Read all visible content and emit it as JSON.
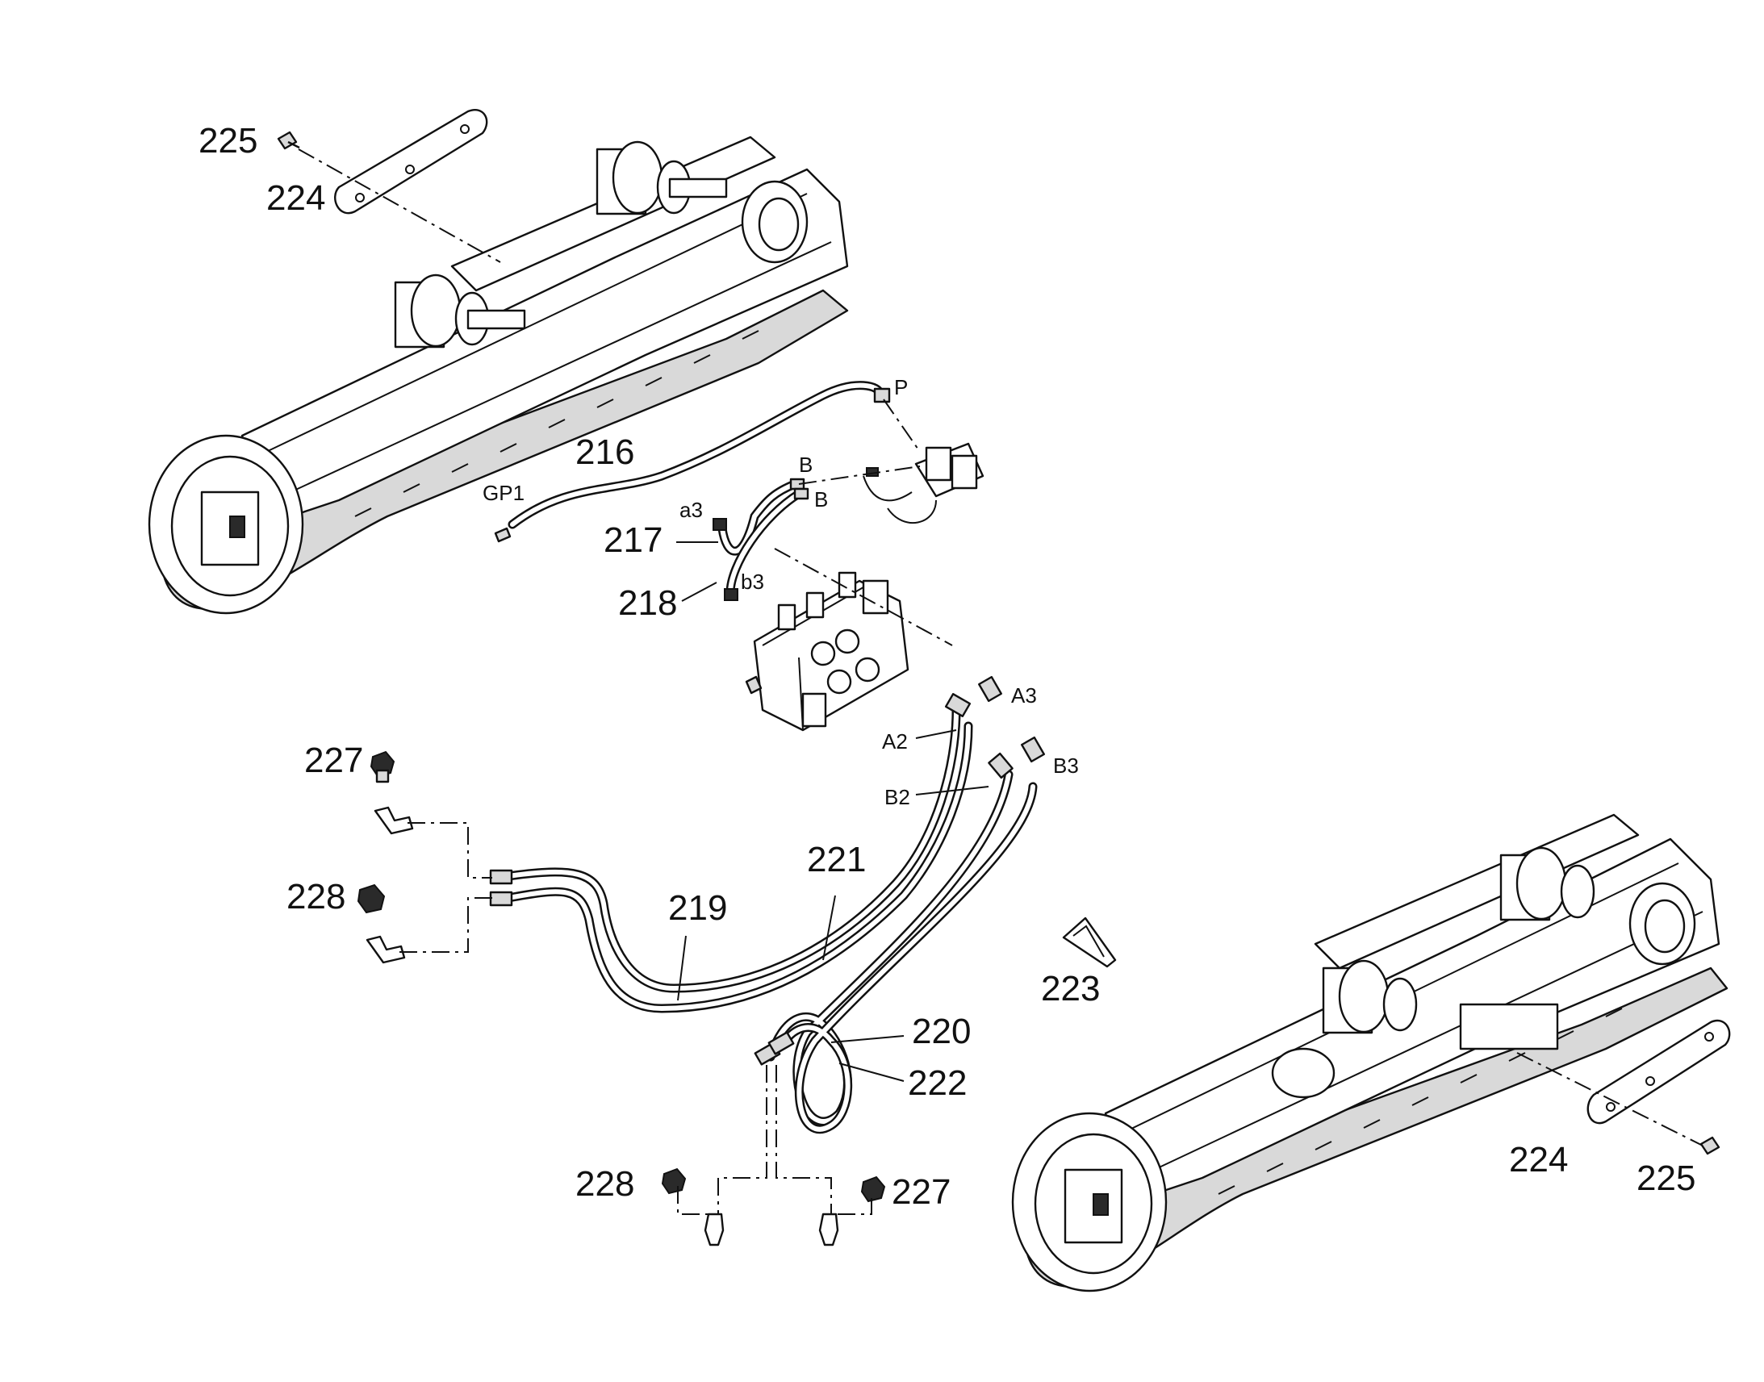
{
  "labels": {
    "p216": "216",
    "p217": "217",
    "p218": "218",
    "p219": "219",
    "p220": "220",
    "p221": "221",
    "p222": "222",
    "p223": "223",
    "p224_top": "224",
    "p225_top": "225",
    "p224_bottom": "224",
    "p225_bottom": "225",
    "p227_left": "227",
    "p228_left": "228",
    "p227_bottom": "227",
    "p228_bottom": "228"
  },
  "ports": {
    "P": "P",
    "GP1": "GP1",
    "B_upper": "B",
    "B_lower": "B",
    "a3": "a3",
    "b3": "b3",
    "A3": "A3",
    "A2": "A2",
    "B2": "B2",
    "B3": "B3"
  }
}
